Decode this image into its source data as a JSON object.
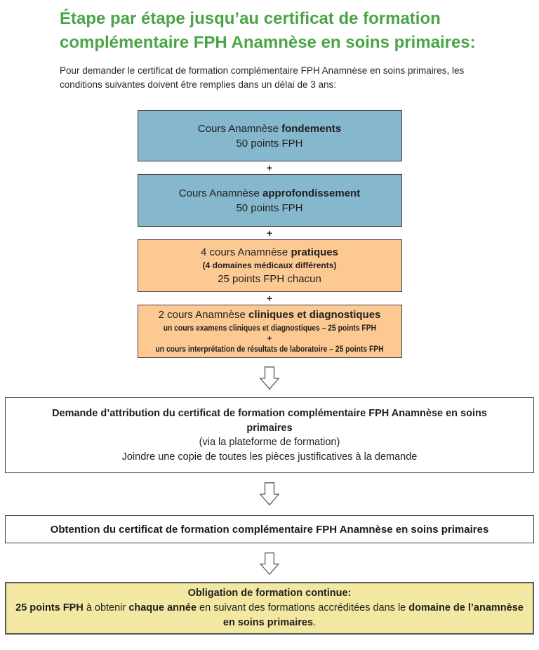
{
  "header": {
    "title": "Étape par étape jusqu’au certificat de formation complémentaire FPH Anamnèse en soins primaires:",
    "intro": "Pour demander le certificat de formation complémentaire FPH Anamnèse en soins primaires, les conditions suivantes doivent être remplies dans un délai de 3 ans:"
  },
  "colors": {
    "title_green": "#4aa546",
    "course_blue": "#85b7cd",
    "course_orange": "#fdc993",
    "obligation_yellow": "#f2e8a2",
    "box_border": "#404040"
  },
  "icons": {
    "down_arrow": "hollow-down-arrow"
  },
  "stack": {
    "plus": "+",
    "boxes": [
      {
        "name": "fondements",
        "color": "blue",
        "lines": [
          [
            {
              "t": "Cours Anamnèse ",
              "b": false
            },
            {
              "t": "fondements",
              "b": true
            }
          ],
          [
            {
              "t": "50 points FPH",
              "b": false
            }
          ]
        ]
      },
      {
        "name": "approfondissement",
        "color": "blue",
        "lines": [
          [
            {
              "t": "Cours Anamnèse ",
              "b": false
            },
            {
              "t": "approfondissement",
              "b": true
            }
          ],
          [
            {
              "t": "50 points FPH",
              "b": false
            }
          ]
        ]
      },
      {
        "name": "pratiques",
        "color": "orange",
        "lines": [
          [
            {
              "t": "4 cours Anamnèse ",
              "b": false
            },
            {
              "t": "pratiques",
              "b": true
            }
          ],
          [
            {
              "t": "(4 domaines médicaux différents)",
              "b": true
            }
          ],
          [
            {
              "t": "25 points FPH chacun",
              "b": false
            }
          ]
        ]
      },
      {
        "name": "cliniques-et-diagnostiques",
        "color": "orange",
        "lines": [
          [
            {
              "t": "2 cours Anamnèse ",
              "b": false
            },
            {
              "t": "cliniques et diagnostiques",
              "b": true
            }
          ],
          [
            {
              "t": "un cours examens cliniques et diagnostiques – 25 points FPH",
              "b": true
            }
          ],
          [
            {
              "t": "+",
              "b": true
            }
          ],
          [
            {
              "t": "un cours interprétation de résultats de laboratoire – 25 points FPH",
              "b": true
            }
          ]
        ]
      }
    ]
  },
  "steps": {
    "request": {
      "lines": [
        [
          {
            "t": "Demande d’attribution du certificat de formation complémentaire FPH Anamnèse en soins primaires",
            "b": true
          }
        ],
        [
          {
            "t": "(via la plateforme de formation)",
            "b": false
          }
        ],
        [
          {
            "t": "Joindre une copie de toutes les pièces justificatives à la demande",
            "b": false
          }
        ]
      ]
    },
    "obtain": {
      "label": "Obtention du certificat de formation complémentaire FPH Anamnèse en soins primaires"
    },
    "obligation": {
      "lines": [
        [
          {
            "t": "Obligation de formation continue:",
            "b": true
          }
        ],
        [
          {
            "t": "25 points FPH",
            "b": true
          },
          {
            "t": " à obtenir ",
            "b": false
          },
          {
            "t": "chaque année",
            "b": true
          },
          {
            "t": " en suivant des formations accréditées dans le ",
            "b": false
          },
          {
            "t": "domaine de l’anamnèse en soins primaires",
            "b": true
          },
          {
            "t": ".",
            "b": false
          }
        ]
      ]
    }
  }
}
